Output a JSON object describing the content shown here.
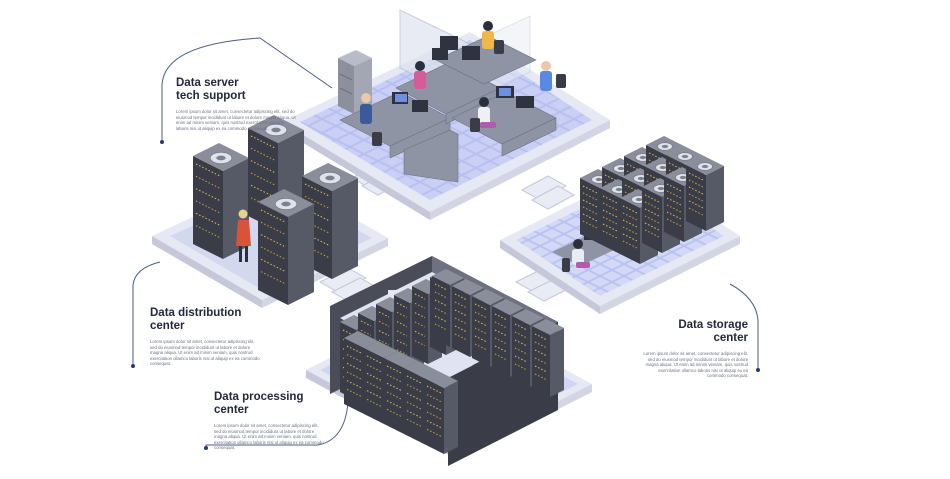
{
  "labels": {
    "tech_support": {
      "title": "Data server\ntech support",
      "body": "Lorem ipsum dolor sit amet, consectetur adipiscing elit, sed do eiusmod tempor incididunt ut labore et dolore magna aliqua. Ut enim ad minim veniam, quis nostrud exercitation ullamco laboris nisi ut aliquip ex ea commodo consequat."
    },
    "distribution": {
      "title": "Data distribution\ncenter",
      "body": "Lorem ipsum dolor sit amet, consectetur adipiscing elit, sed do eiusmod tempor incididunt ut labore et dolore magna aliqua. Ut enim ad minim veniam, quis nostrud exercitation ullamco laboris nisi ut aliquip ex ea commodo consequat."
    },
    "processing": {
      "title": "Data processing\ncenter",
      "body": "Lorem ipsum dolor sit amet, consectetur adipiscing elit, sed do eiusmod tempor incididunt ut labore et dolore magna aliqua. Ut enim ad minim veniam, quis nostrud exercitation ullamco laboris nisi ut aliquip ex ea commodo consequat."
    },
    "storage": {
      "title": "Data storage\ncenter",
      "body": "Lorem ipsum dolor sit amet, consectetur adipiscing elit, sed do eiusmod tempor incididunt ut labore et dolore magna aliqua. Ut enim ad minim veniam, quis nostrud exercitation ullamco laboris nisi ut aliquip ex ea commodo consequat."
    }
  },
  "colors": {
    "platform": "#e6e9f4",
    "platform_side": "#c4c8d9",
    "floor_tile": "#a9b1e8",
    "rack_dark": "#3a3d48",
    "rack_mid": "#565a66",
    "rack_light": "#8a8e9a",
    "leader_line": "#4d5b86",
    "accent_blue": "#7e93d6"
  }
}
